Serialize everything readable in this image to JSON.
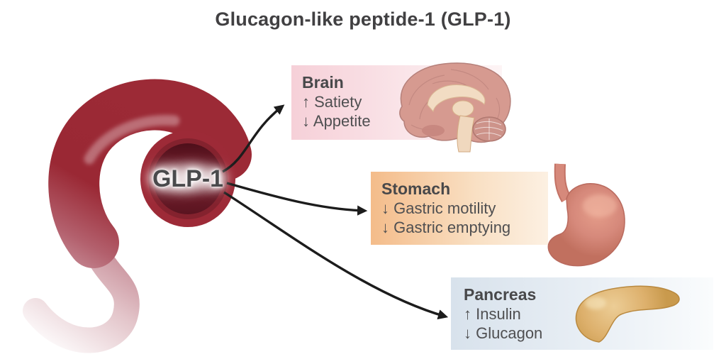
{
  "title": "Glucagon-like peptide-1 (GLP-1)",
  "source": {
    "label": "GLP-1",
    "illustration": "small-intestine-icon"
  },
  "cards": [
    {
      "label": "Brain",
      "effects": [
        "↑ Satiety",
        "↓ Appetite"
      ],
      "illustration": "brain-icon",
      "accent": "#f6d0d8"
    },
    {
      "label": "Stomach",
      "effects": [
        "↓ Gastric motility",
        "↓ Gastric emptying"
      ],
      "illustration": "stomach-icon",
      "accent": "#f4bc8a"
    },
    {
      "label": "Pancreas",
      "effects": [
        "↑ Insulin",
        "↓ Glucagon"
      ],
      "illustration": "pancreas-icon",
      "accent": "#d8e2ec"
    }
  ],
  "colors": {
    "title_text": "#414042",
    "body_text": "#4f4f51",
    "arrow": "#1c1c1c",
    "intestine": "#9c2a36",
    "glp1_text": "#4a4a4c",
    "brain_box": "#f6d0d8",
    "stomach_box": "#f4bc8a",
    "pancreas_box": "#d8e2ec"
  }
}
